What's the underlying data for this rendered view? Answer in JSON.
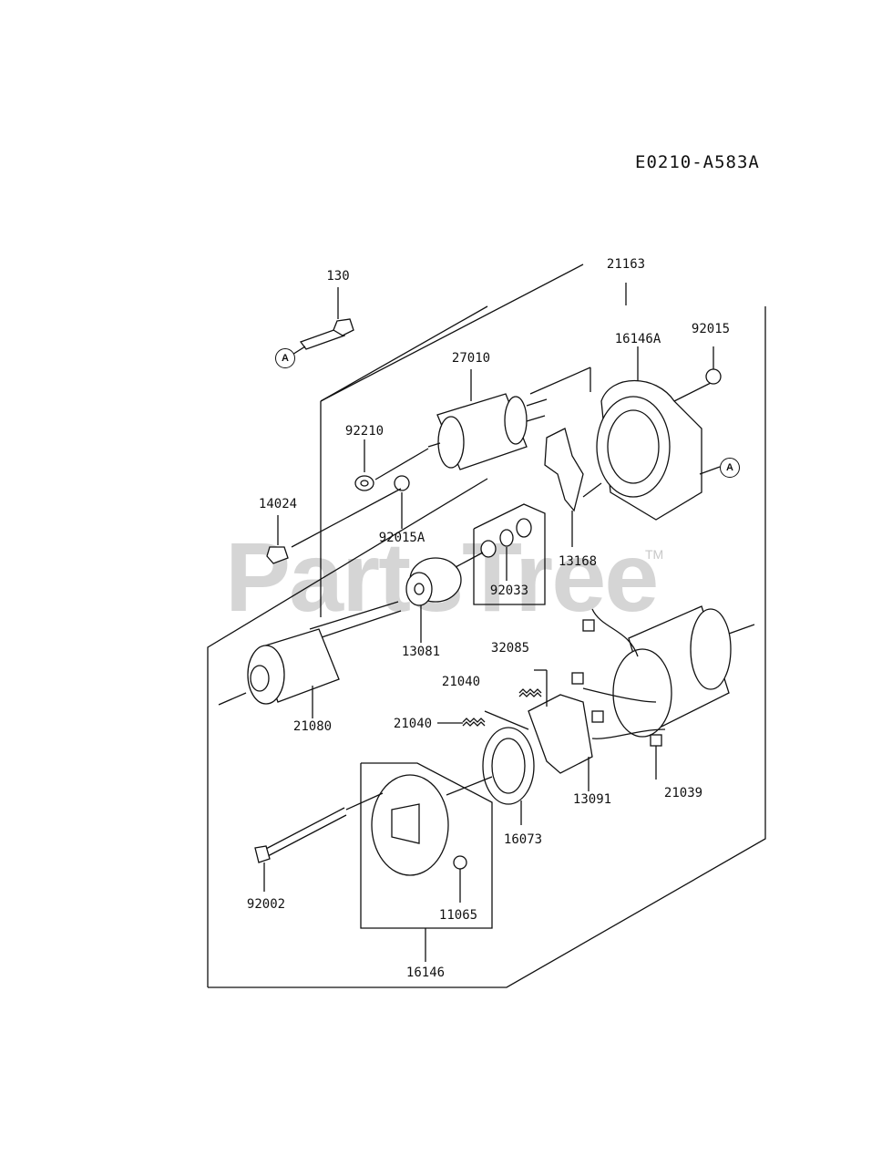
{
  "diagram": {
    "code": "E0210-A583A",
    "watermark": "PartsTree",
    "trademark": "TM",
    "ref_mark": "A",
    "parts": {
      "p130": "130",
      "p21163": "21163",
      "p92015": "92015",
      "p16146A": "16146A",
      "p27010": "27010",
      "p92210": "92210",
      "p14024": "14024",
      "p92015A": "92015A",
      "p13168": "13168",
      "p92033": "92033",
      "p13081": "13081",
      "p32085": "32085",
      "p21040a": "21040",
      "p21080": "21080",
      "p21040b": "21040",
      "p13091": "13091",
      "p21039": "21039",
      "p16073": "16073",
      "p92002": "92002",
      "p11065": "11065",
      "p16146": "16146"
    }
  }
}
